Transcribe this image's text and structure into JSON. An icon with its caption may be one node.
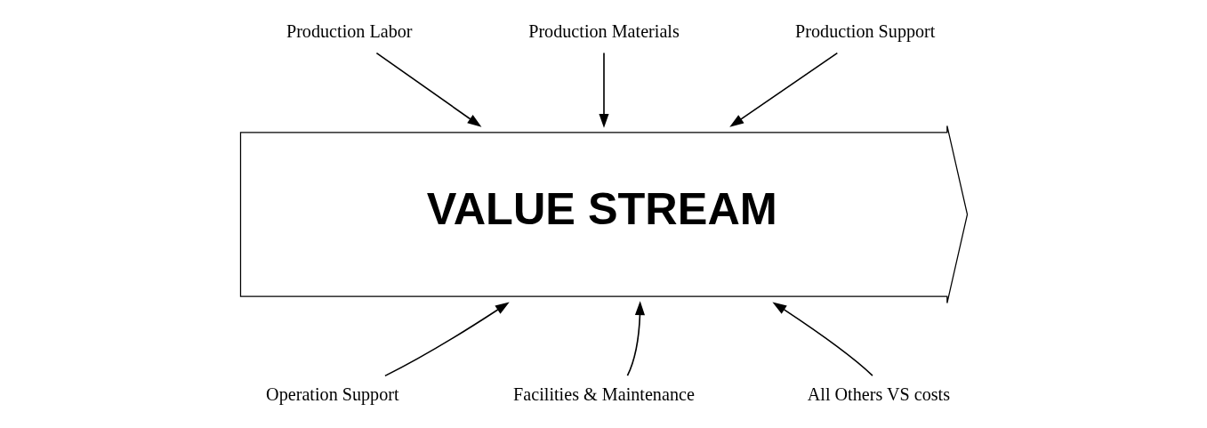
{
  "diagram": {
    "nodes": [
      {
        "text": [
          "Production Labor"
        ]
      },
      {
        "text": [
          "Production Materials"
        ]
      },
      {
        "text": [
          "Production Support"
        ]
      },
      {
        "text": [
          "VALUE STREAM"
        ]
      },
      {
        "text": [
          "Operation Support"
        ]
      },
      {
        "text": [
          "Facilities & Maintenance"
        ]
      },
      {
        "text": [
          "All Others VS costs"
        ]
      }
    ],
    "edges": [
      {
        "from": 0,
        "to": 3,
        "arrow": "to"
      },
      {
        "from": 1,
        "to": 3,
        "arrow": "to"
      },
      {
        "from": 2,
        "to": 3,
        "arrow": "to"
      },
      {
        "from": 4,
        "to": 3,
        "arrow": "to"
      },
      {
        "from": 5,
        "to": 3,
        "arrow": "to"
      },
      {
        "from": 6,
        "to": 3,
        "arrow": "to"
      }
    ]
  }
}
